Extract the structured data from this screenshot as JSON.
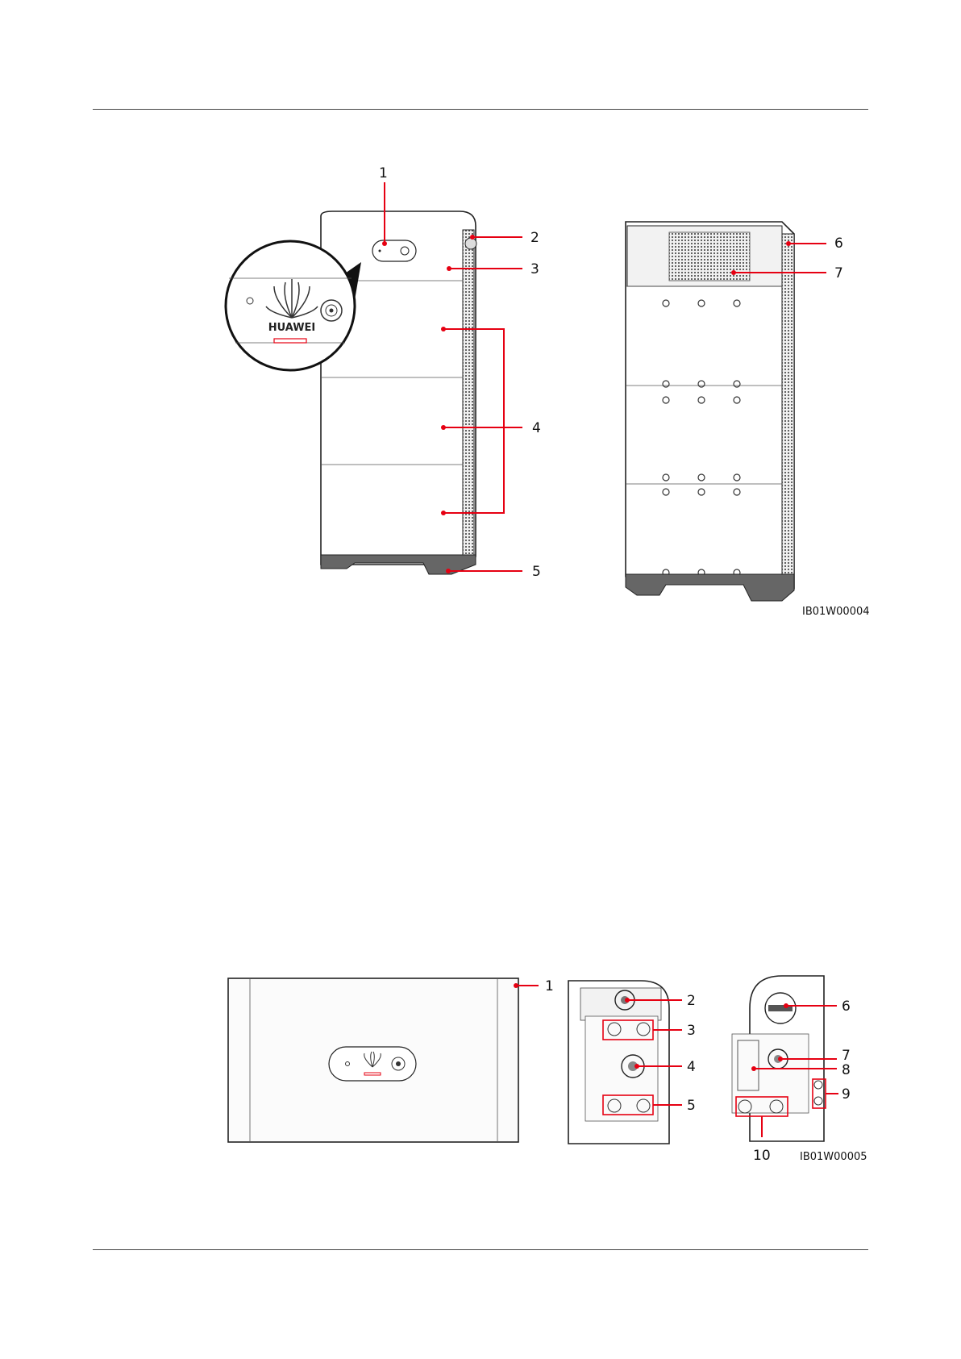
{
  "figure1": {
    "callouts": [
      "1",
      "2",
      "3",
      "4",
      "5",
      "6",
      "7"
    ],
    "brand_logo_text": "HUAWEI",
    "figure_id": "IB01W00004"
  },
  "figure2": {
    "callouts": [
      "1",
      "2",
      "3",
      "4",
      "5",
      "6",
      "7",
      "8",
      "9",
      "10"
    ],
    "figure_id": "IB01W00005"
  },
  "colors": {
    "callout_line": "#e60012",
    "outline": "#222222"
  }
}
